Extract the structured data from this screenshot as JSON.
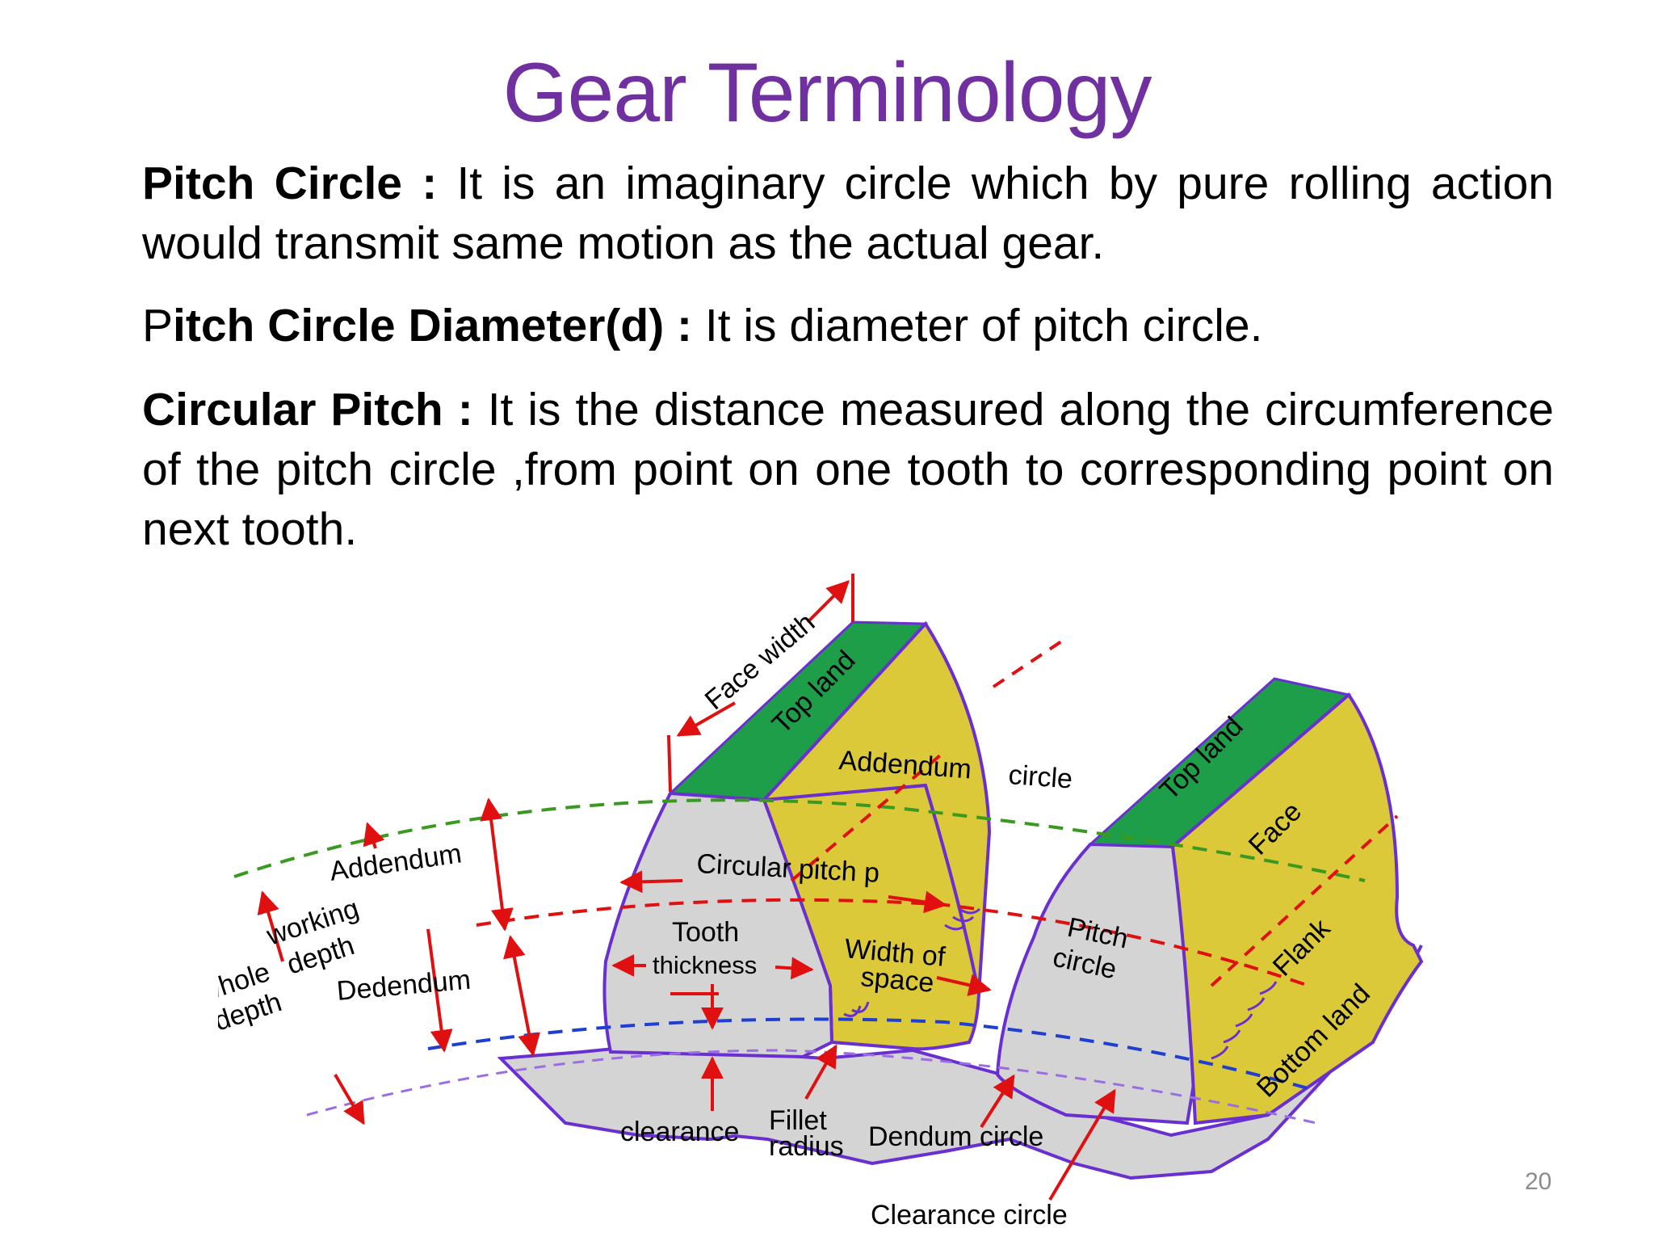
{
  "title": "Gear Terminology",
  "definitions": [
    {
      "term": "Pitch Circle :",
      "text": " It is an imaginary circle which by pure rolling action would transmit same motion as the actual gear."
    },
    {
      "term_prefix": "P",
      "term": "itch Circle Diameter(d) :",
      "text": " It is diameter of pitch circle."
    },
    {
      "term": "Circular Pitch :",
      "text": " It is the distance measured along the circumference of the pitch circle ,from point on one tooth to corresponding point on next tooth."
    }
  ],
  "diagram_labels": {
    "face_width": "Face width",
    "top_land_1": "Top land",
    "top_land_2": "Top land",
    "addendum_circle_a": "Addendum",
    "addendum_circle_b": "circle",
    "face": "Face",
    "flank": "Flank",
    "bottom_land": "Bottom land",
    "addendum": "Addendum",
    "working_depth_a": "working",
    "working_depth_b": "depth",
    "whole_depth_a": "whole",
    "whole_depth_b": "depth",
    "dedendum": "Dedendum",
    "circular_pitch": "Circular pitch p",
    "tooth_thickness_a": "Tooth",
    "tooth_thickness_b": "thickness",
    "width_of_space_a": "Width of",
    "width_of_space_b": "space",
    "pitch_circle_a": "Pitch",
    "pitch_circle_b": "circle",
    "clearance": "clearance",
    "fillet_radius_a": "Fillet",
    "fillet_radius_b": "radius",
    "dendum_circle": "Dendum circle",
    "clearance_circle": "Clearance circle"
  },
  "page_number": "20",
  "colors": {
    "title": "#7030a0",
    "top_land": "#1f9e4a",
    "face": "#d9c832",
    "side": "#d4d4d4",
    "outline": "#6a2fd0",
    "arrow": "#e01010",
    "addendum_circle": "#3a9a20",
    "dedendum_circle": "#1f3fd0"
  }
}
